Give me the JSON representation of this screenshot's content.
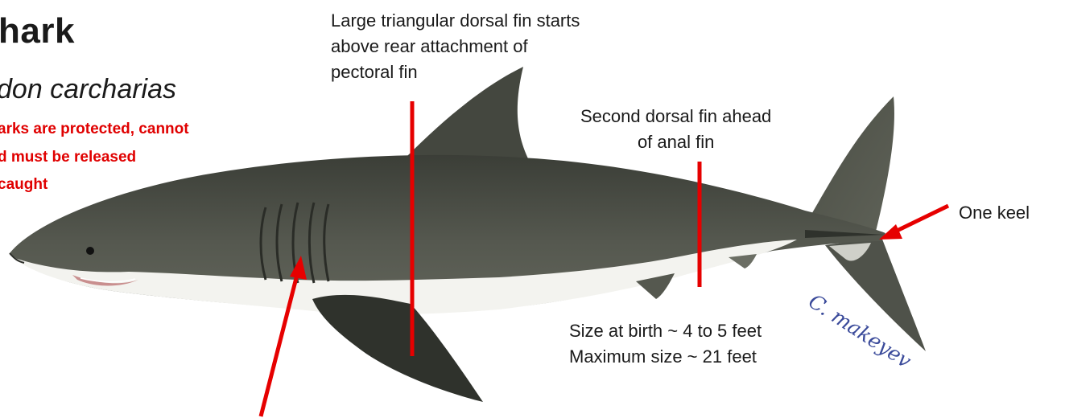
{
  "title": "hark",
  "scientific_name": "don carcharias",
  "protection_note": [
    "arks are protected, cannot",
    "d must be released",
    "caught"
  ],
  "callouts": {
    "dorsal_fin": [
      "Large triangular dorsal fin starts",
      "above rear attachment of",
      "pectoral fin"
    ],
    "second_dorsal": [
      "Second dorsal fin ahead",
      "of anal fin"
    ],
    "keel": "One keel",
    "size": [
      "Size at birth ~ 4 to 5 feet",
      "Maximum size ~ 21 feet"
    ]
  },
  "signature": "C. makeyev",
  "colors": {
    "warning_text": "#e00000",
    "pointer": "#e60000",
    "shark_dark": "#4a4d45",
    "shark_belly": "#f3f3ef",
    "signature": "#3a4a9a"
  }
}
